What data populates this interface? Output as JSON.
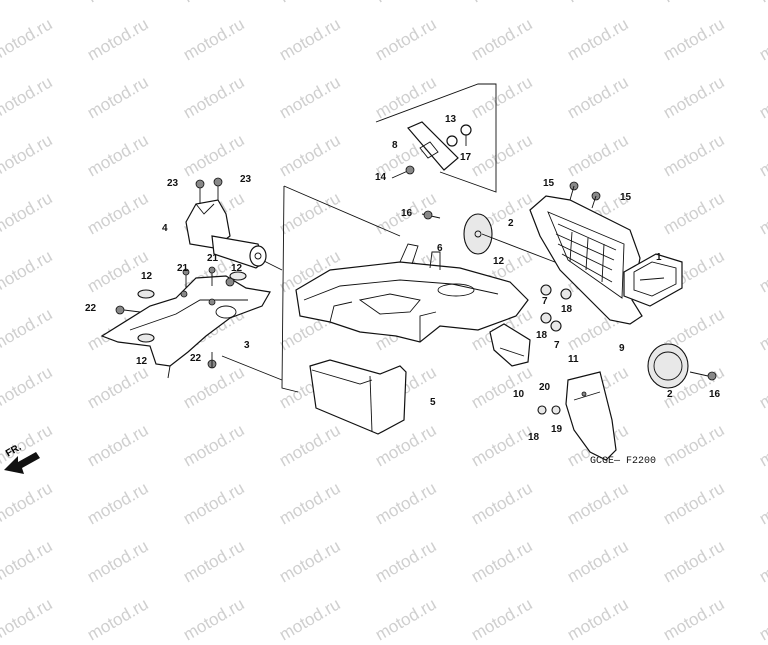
{
  "watermark": "motod.ru",
  "diagram_code": "GCGE— F2200",
  "direction_label": "FR.",
  "callouts": [
    {
      "id": "c1",
      "text": "13"
    },
    {
      "id": "c2",
      "text": "8"
    },
    {
      "id": "c3",
      "text": "17"
    },
    {
      "id": "c4",
      "text": "14"
    },
    {
      "id": "c5",
      "text": "23"
    },
    {
      "id": "c6",
      "text": "23"
    },
    {
      "id": "c7",
      "text": "15"
    },
    {
      "id": "c8",
      "text": "15"
    },
    {
      "id": "c9",
      "text": "16"
    },
    {
      "id": "c10",
      "text": "2"
    },
    {
      "id": "c11",
      "text": "4"
    },
    {
      "id": "c12",
      "text": "6"
    },
    {
      "id": "c13",
      "text": "1"
    },
    {
      "id": "c14",
      "text": "21"
    },
    {
      "id": "c15",
      "text": "21"
    },
    {
      "id": "c16",
      "text": "12"
    },
    {
      "id": "c17",
      "text": "12"
    },
    {
      "id": "c18",
      "text": "12"
    },
    {
      "id": "c19",
      "text": "22"
    },
    {
      "id": "c20",
      "text": "22"
    },
    {
      "id": "c21",
      "text": "3"
    },
    {
      "id": "c22",
      "text": "12"
    },
    {
      "id": "c23",
      "text": "7"
    },
    {
      "id": "c24",
      "text": "18"
    },
    {
      "id": "c25",
      "text": "18"
    },
    {
      "id": "c26",
      "text": "7"
    },
    {
      "id": "c27",
      "text": "9"
    },
    {
      "id": "c28",
      "text": "11"
    },
    {
      "id": "c29",
      "text": "10"
    },
    {
      "id": "c30",
      "text": "20"
    },
    {
      "id": "c31",
      "text": "18"
    },
    {
      "id": "c32",
      "text": "19"
    },
    {
      "id": "c33",
      "text": "2"
    },
    {
      "id": "c34",
      "text": "16"
    },
    {
      "id": "c35",
      "text": "5"
    }
  ]
}
